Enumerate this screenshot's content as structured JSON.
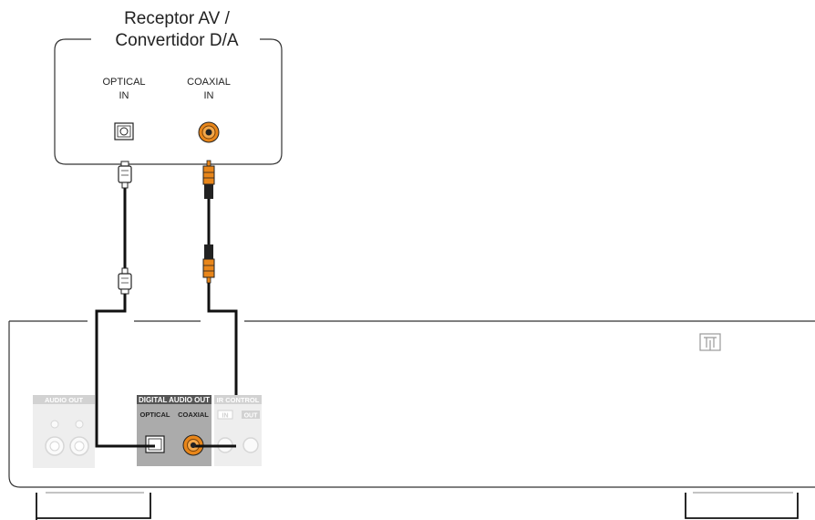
{
  "receiver": {
    "title_line1": "Receptor AV /",
    "title_line2": "Convertidor D/A",
    "optical_label_line1": "OPTICAL",
    "optical_label_line2": "IN",
    "coaxial_label_line1": "COAXIAL",
    "coaxial_label_line2": "IN"
  },
  "player": {
    "audio_out_label": "AUDIO OUT",
    "digital_audio_out_label": "DIGITAL AUDIO OUT",
    "optical_label": "OPTICAL",
    "coaxial_label": "COAXIAL",
    "ir_control_label": "IR CONTROL",
    "ir_in_label": "IN",
    "ir_out_label": "OUT"
  },
  "colors": {
    "coaxial_jack": "#e8861a",
    "cable": "#111111",
    "panel_active": "#a9a9a9",
    "panel_faded": "#e6e6e6"
  }
}
